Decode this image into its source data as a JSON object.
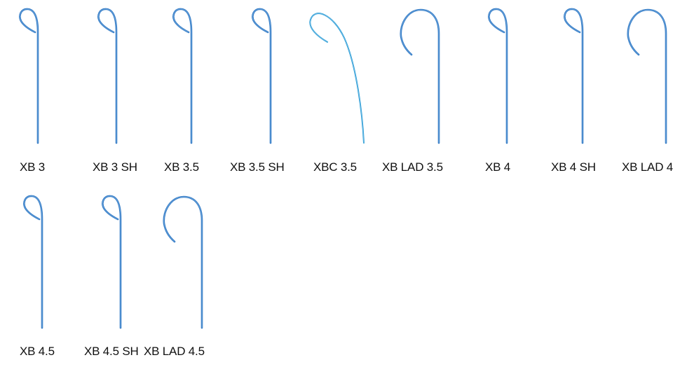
{
  "catheter_color": "#2f78c4",
  "catheter_color_alt": "#2a9fd6",
  "catheters": [
    {
      "label": "XB 3",
      "curve": "small-loop"
    },
    {
      "label": "XB 3 SH",
      "curve": "small-loop"
    },
    {
      "label": "XB 3.5",
      "curve": "small-loop"
    },
    {
      "label": "XB 3.5 SH",
      "curve": "small-loop"
    },
    {
      "label": "XBC 3.5",
      "curve": "sweeping-hook"
    },
    {
      "label": "XB LAD 3.5",
      "curve": "large-loop"
    },
    {
      "label": "XB 4",
      "curve": "small-loop"
    },
    {
      "label": "XB 4 SH",
      "curve": "small-loop"
    },
    {
      "label": "XB LAD 4",
      "curve": "large-loop"
    },
    {
      "label": "XB 4.5",
      "curve": "small-loop"
    },
    {
      "label": "XB 4.5 SH",
      "curve": "small-loop"
    },
    {
      "label": "XB LAD 4.5",
      "curve": "large-loop"
    }
  ]
}
